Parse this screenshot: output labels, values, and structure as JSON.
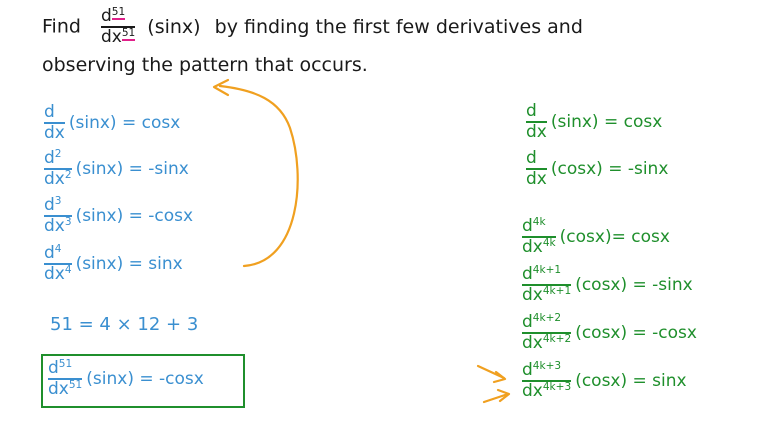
{
  "problem": {
    "find_word": "Find",
    "op_num": "d",
    "op_num_exp": "51",
    "op_den": "dx",
    "op_den_exp": "51",
    "op_arg": "(sinx)",
    "rest_line1": "by finding the first few derivatives and",
    "line2": "observing the pattern that occurs."
  },
  "left_steps": [
    {
      "num": "d",
      "num_exp": "",
      "den": "dx",
      "den_exp": "",
      "expr": "(sinx) = cosx"
    },
    {
      "num": "d",
      "num_exp": "2",
      "den": "dx",
      "den_exp": "2",
      "expr": "(sinx) = -sinx"
    },
    {
      "num": "d",
      "num_exp": "3",
      "den": "dx",
      "den_exp": "3",
      "expr": "(sinx) = -cosx"
    },
    {
      "num": "d",
      "num_exp": "4",
      "den": "dx",
      "den_exp": "4",
      "expr": "(sinx) = sinx"
    }
  ],
  "decomposition": "51 = 4 × 12 + 3",
  "answer": {
    "num": "d",
    "num_exp": "51",
    "den": "dx",
    "den_exp": "51",
    "expr": "(sinx) = -cosx"
  },
  "right_basic": [
    {
      "num": "d",
      "num_exp": "",
      "den": "dx",
      "den_exp": "",
      "expr": "(sinx) = cosx"
    },
    {
      "num": "d",
      "num_exp": "",
      "den": "dx",
      "den_exp": "",
      "expr": "(cosx) = -sinx"
    }
  ],
  "right_general": [
    {
      "num": "d",
      "num_exp": "4k",
      "den": "dx",
      "den_exp": "4k",
      "expr": "(cosx)= cosx"
    },
    {
      "num": "d",
      "num_exp": "4k+1",
      "den": "dx",
      "den_exp": "4k+1",
      "expr": "(cosx) = -sinx"
    },
    {
      "num": "d",
      "num_exp": "4k+2",
      "den": "dx",
      "den_exp": "4k+2",
      "expr": "(cosx) = -cosx"
    },
    {
      "num": "d",
      "num_exp": "4k+3",
      "den": "dx",
      "den_exp": "4k+3",
      "expr": "(cosx) = sinx"
    }
  ],
  "colors": {
    "text": "#1a1a1a",
    "blue": "#3a8fd0",
    "green": "#1f8f2c",
    "orange": "#f0a020",
    "pink": "#e0208a"
  }
}
